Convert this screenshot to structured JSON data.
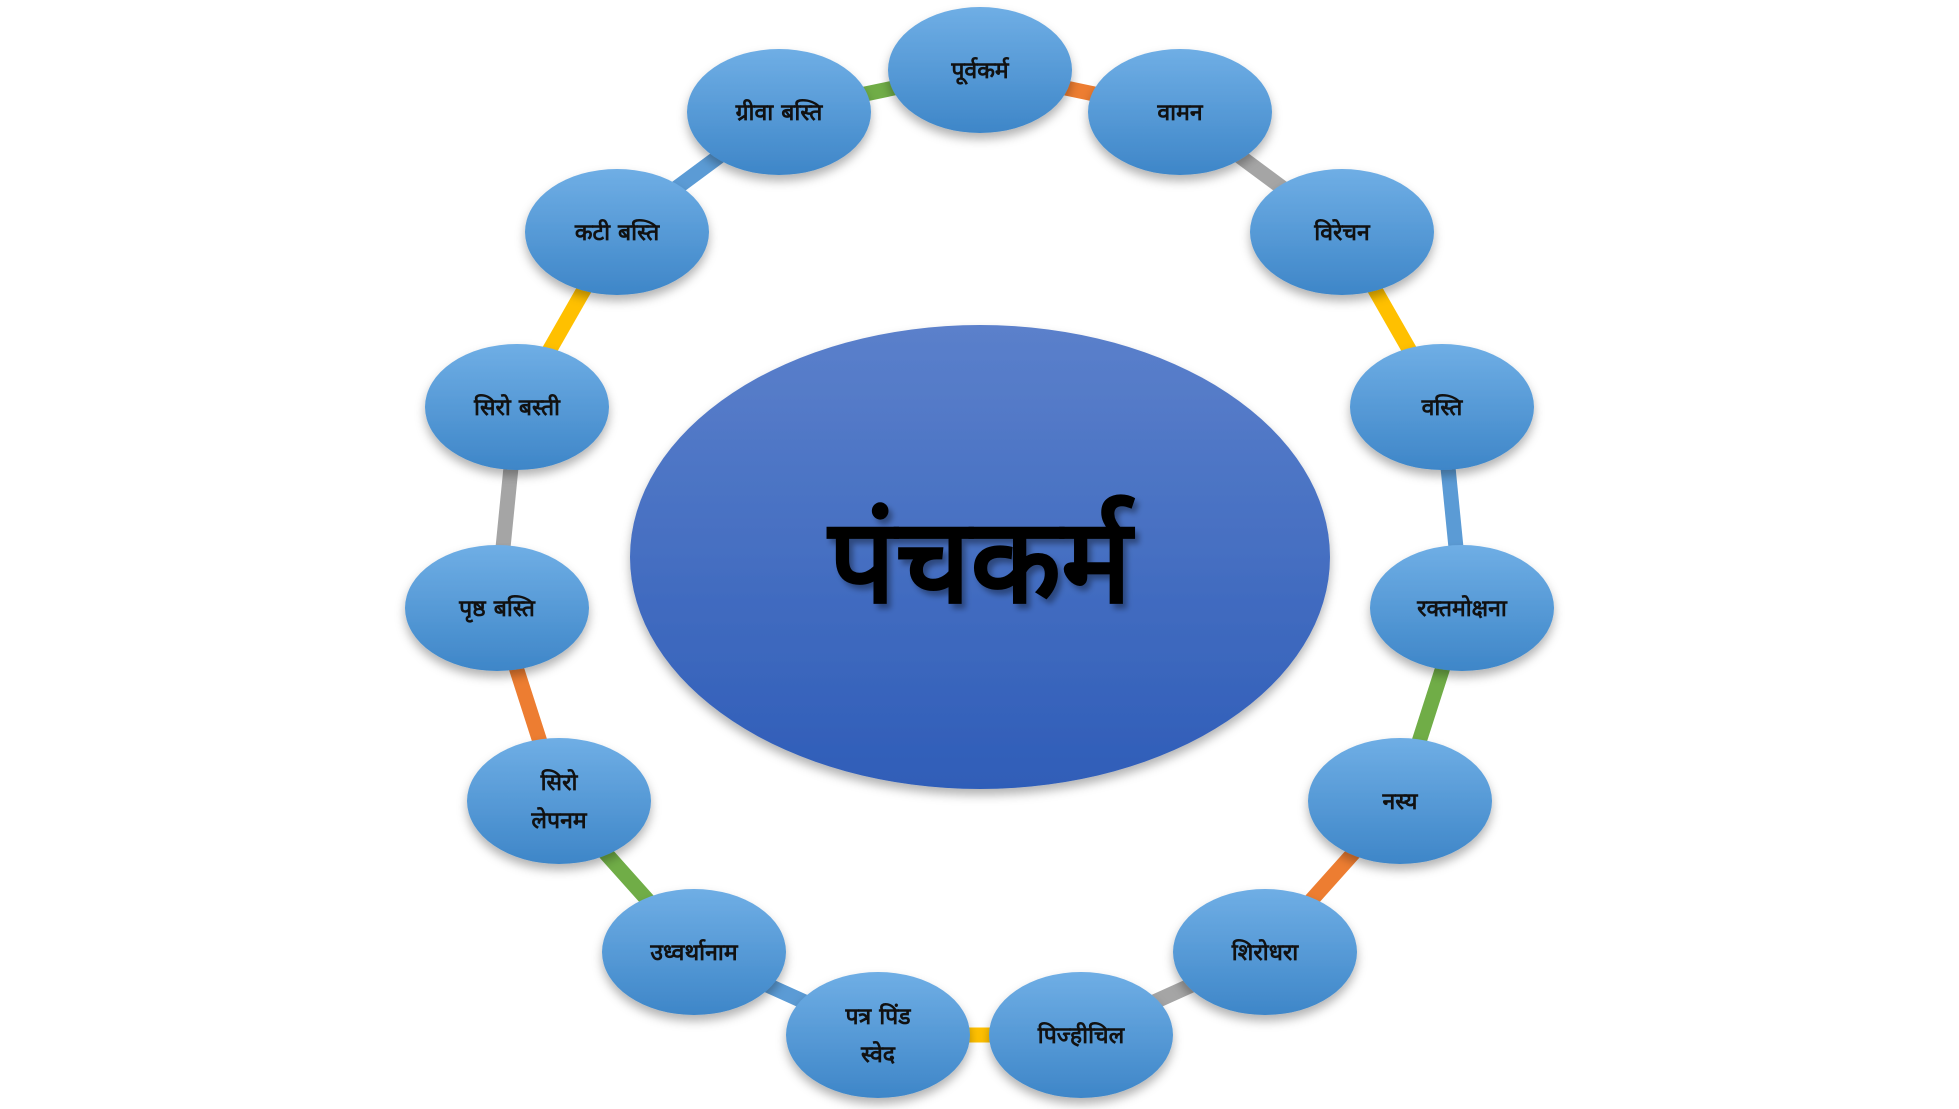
{
  "center": {
    "label": "पंचकर्म"
  },
  "nodes": [
    {
      "label": "पूर्वकर्म"
    },
    {
      "label": "वामन"
    },
    {
      "label": "विरेचन"
    },
    {
      "label": "वस्ति"
    },
    {
      "label": "रक्तमोक्षना"
    },
    {
      "label": "नस्य"
    },
    {
      "label": "शिरोधरा"
    },
    {
      "label": "पिज्हीचिल"
    },
    {
      "label": "पत्र पिंड स्वेद",
      "lines": [
        "पत्र पिंड",
        "स्वेद"
      ]
    },
    {
      "label": "उध्वर्थानाम"
    },
    {
      "label": "सिरो लेपनम",
      "lines": [
        "सिरो",
        "लेपनम"
      ]
    },
    {
      "label": "पृष्ठ बस्ति"
    },
    {
      "label": "सिरो बस्ती"
    },
    {
      "label": "कटी बस्ति"
    },
    {
      "label": "ग्रीवा बस्ति"
    }
  ],
  "connector_colors": [
    "#ED7D31",
    "#A5A5A5",
    "#FFC000",
    "#5B9BD5",
    "#70AD47"
  ],
  "colors": {
    "node_light": "#6FAEE5",
    "node_dark": "#3E86C8",
    "center_light": "#5B80CB",
    "center_dark": "#2F5DB8"
  }
}
